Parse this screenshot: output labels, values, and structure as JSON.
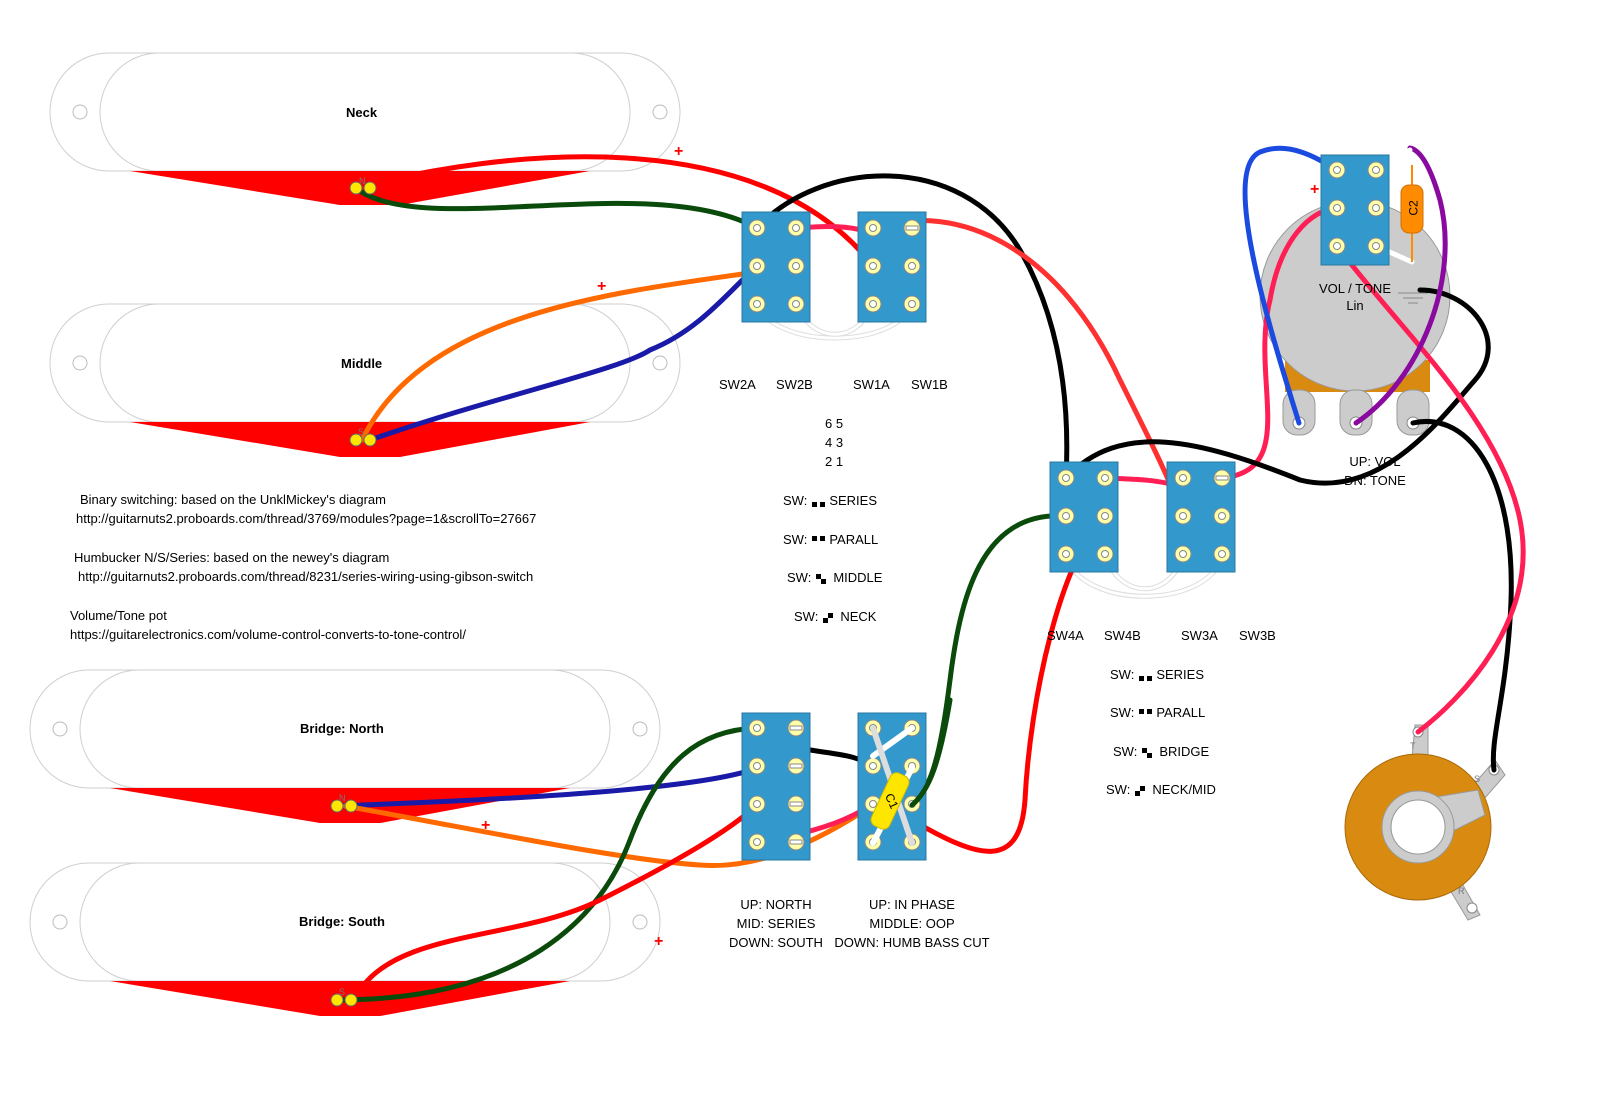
{
  "pickups": {
    "neck": {
      "label": "Neck",
      "pole_n": "N"
    },
    "middle": {
      "label": "Middle",
      "pole_s": "S"
    },
    "bridge_north": {
      "label": "Bridge: North",
      "pole_n": "N"
    },
    "bridge_south": {
      "label": "Bridge: South",
      "pole_s": "S"
    }
  },
  "switch_labels_top": [
    "SW2A",
    "SW2B",
    "SW1A",
    "SW1B"
  ],
  "switch_labels_right": [
    "SW4A",
    "SW4B",
    "SW3A",
    "SW3B"
  ],
  "lug_numbers": [
    "6 5",
    "4 3",
    "2 1"
  ],
  "legend_top": {
    "prefix": "SW:",
    "items": [
      "SERIES",
      "PARALL",
      "MIDDLE",
      "NECK"
    ]
  },
  "legend_right": {
    "prefix": "SW:",
    "items": [
      "SERIES",
      "PARALL",
      "BRIDGE",
      "NECK/MID"
    ]
  },
  "notes": [
    "Binary switching: based on the UnklMickey's diagram",
    "http://guitarnuts2.proboards.com/thread/3769/modules?page=1&scrollTo=27667",
    "Humbucker N/S/Series: based on the newey's diagram",
    "http://guitarnuts2.proboards.com/thread/8231/series-wiring-using-gibson-switch",
    "Volume/Tone pot",
    "https://guitarelectronics.com/volume-control-converts-to-tone-control/"
  ],
  "bottom_switch_left": [
    "UP: NORTH",
    "MID: SERIES",
    "DOWN: SOUTH"
  ],
  "bottom_switch_right": [
    "UP: IN PHASE",
    "MIDDLE: OOP",
    "DOWN: HUMB BASS CUT"
  ],
  "pot": {
    "label_line1": "VOL / TONE",
    "label_line2": "Lin",
    "cap_label": "C2",
    "switch_up": "UP: VOL",
    "switch_down": "DN: TONE"
  },
  "cap_c1": "C1",
  "jack": {
    "tip": "T",
    "sleeve": "S",
    "ring": "R"
  },
  "plus_sign": "+",
  "colors": {
    "pickup_red": "#ff0000",
    "switch_blue": "#3399cc",
    "lug_yellow": "#ffffaa",
    "wire_red": "#ff0000",
    "wire_green": "#0a4a0a",
    "wire_orange": "#ff6a00",
    "wire_blue": "#1a1aa8",
    "wire_black": "#000000",
    "wire_pink": "#ff1f55",
    "wire_purple": "#8a0aa0",
    "pot_body": "#c8c8c8",
    "jack_body": "#d88b10",
    "cap_orange": "#ff8c00",
    "cap_yellow": "#ffe600"
  }
}
